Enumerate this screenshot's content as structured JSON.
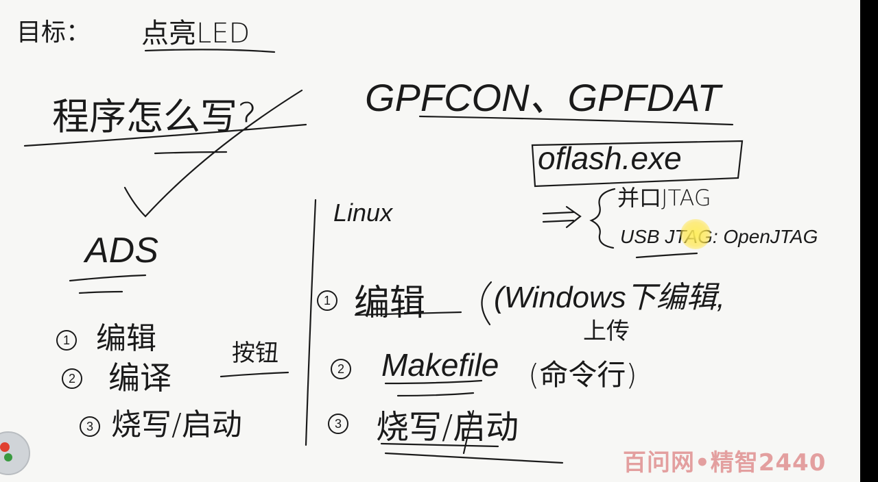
{
  "watermark": "百问网•精智2440",
  "title": {
    "label": "目标：",
    "topic": "点亮LED"
  },
  "question": "程序怎么写?",
  "registers": "GPFCON、GPFDAT",
  "oflash": {
    "tool": "oflash.exe",
    "options": [
      "并口JTAG",
      "USB JTAG: OpenJTAG"
    ]
  },
  "ads": {
    "heading": "ADS",
    "button_note": "按钮",
    "steps": [
      {
        "num": "1",
        "text": "编辑"
      },
      {
        "num": "2",
        "text": "编译"
      },
      {
        "num": "3",
        "text": "烧写/启动"
      }
    ]
  },
  "linux": {
    "heading": "Linux",
    "steps": [
      {
        "num": "1",
        "text": "编辑",
        "note": "(Windows下编辑,",
        "note2": "上传"
      },
      {
        "num": "2",
        "text": "Makefile",
        "note": "(命令行)"
      },
      {
        "num": "3",
        "text": "烧写/启动"
      }
    ]
  }
}
